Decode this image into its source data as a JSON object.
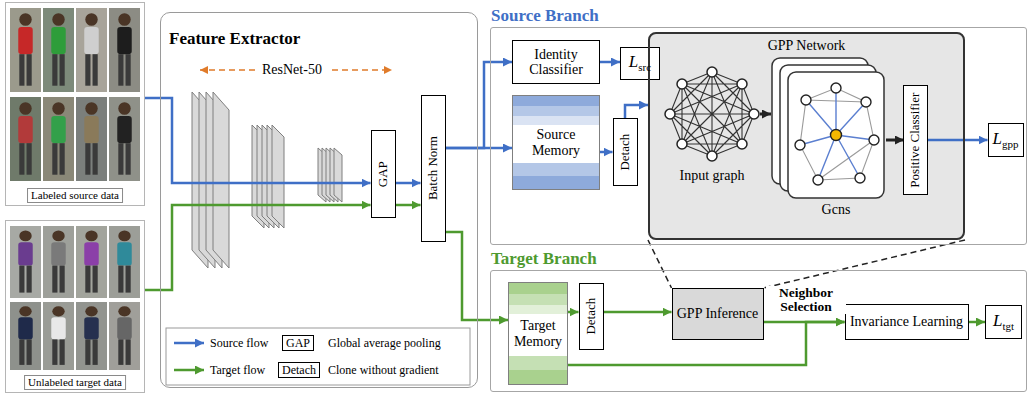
{
  "diagram": {
    "nodes": [
      {
        "text": [
          "Labeled source data"
        ]
      },
      {
        "text": [
          "Unlabeled target data"
        ]
      },
      {
        "text": [
          "Feature Extractor"
        ]
      },
      {
        "text": [
          "GAP"
        ],
        "in": 2
      },
      {
        "text": [
          "Batch Norm"
        ],
        "in": 2
      },
      {
        "text": [
          "Source Branch"
        ]
      },
      {
        "text": [
          "Identity Classifier"
        ],
        "in": 5
      },
      {
        "text": [
          "Lsrc"
        ],
        "in": 5
      },
      {
        "text": [
          "Source Memory"
        ],
        "in": 5
      },
      {
        "text": [
          "Detach"
        ],
        "in": 5
      },
      {
        "text": [
          "GPP Network"
        ],
        "in": 5
      },
      {
        "text": [
          "Positive Classifier"
        ],
        "in": 10
      },
      {
        "text": [
          "Lgpp"
        ],
        "in": 5
      },
      {
        "text": [
          "Target Branch"
        ]
      },
      {
        "text": [
          "Target Memory"
        ],
        "in": 13
      },
      {
        "text": [
          "Detach"
        ],
        "in": 13
      },
      {
        "text": [
          "GPP Inference"
        ],
        "in": 13
      },
      {
        "text": [
          "Invariance Learning"
        ],
        "in": 13
      },
      {
        "text": [
          "Ltgt"
        ],
        "in": 13
      }
    ],
    "edges": [
      {
        "from": 0,
        "to": 3,
        "arrow": "to"
      },
      {
        "from": 1,
        "to": 3,
        "arrow": "to"
      },
      {
        "from": 3,
        "to": 4,
        "arrow": "to"
      },
      {
        "from": 3,
        "to": 4,
        "arrow": "to"
      },
      {
        "from": 4,
        "to": 6,
        "arrow": "to"
      },
      {
        "from": 4,
        "to": 8,
        "arrow": "to"
      },
      {
        "from": 4,
        "to": 14,
        "arrow": "to"
      },
      {
        "from": 6,
        "to": 7,
        "arrow": "to"
      },
      {
        "from": 8,
        "to": 9,
        "arrow": "to"
      },
      {
        "from": 9,
        "to": 10,
        "arrow": "to"
      },
      {
        "from": 11,
        "to": 12,
        "arrow": "to"
      },
      {
        "from": 14,
        "to": 15,
        "arrow": "to"
      },
      {
        "from": 15,
        "to": 16,
        "arrow": "to"
      },
      {
        "from": 16,
        "to": 17,
        "label": "Neighbor Selection",
        "arrow": "to"
      },
      {
        "from": 14,
        "to": 17,
        "arrow": "to"
      },
      {
        "from": 17,
        "to": 18,
        "arrow": "to"
      },
      {
        "from": 10,
        "to": 16,
        "arrow": "none"
      },
      {
        "from": 10,
        "to": 16,
        "arrow": "none"
      }
    ],
    "labels": [
      "ResNet-50",
      "Input graph",
      "Gcns",
      "GAP",
      "Detach"
    ],
    "legend": [
      {
        "text": "Source flow"
      },
      {
        "text": "Target flow"
      },
      {
        "text": "Global average pooling"
      },
      {
        "text": "Clone without gradient"
      }
    ]
  }
}
